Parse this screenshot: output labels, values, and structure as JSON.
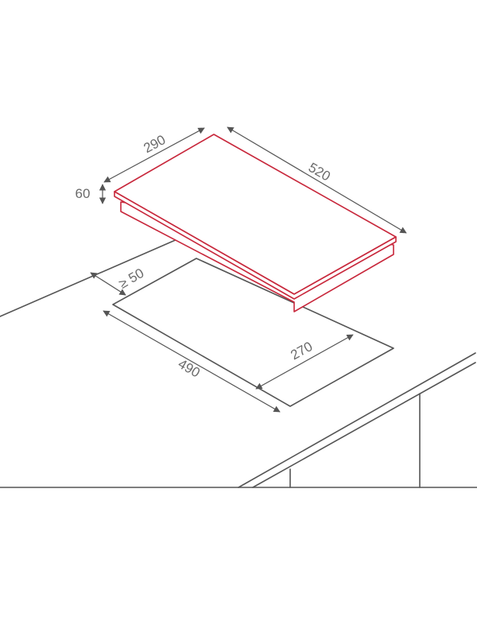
{
  "dimensions": {
    "hob_depth": "290",
    "hob_width": "520",
    "hob_height": "60",
    "min_distance": "≥ 50",
    "cutout_depth": "270",
    "cutout_width": "490"
  },
  "colors": {
    "hob_outline": "#c8283c",
    "lines": "#555555",
    "text": "#6a6a6a"
  }
}
